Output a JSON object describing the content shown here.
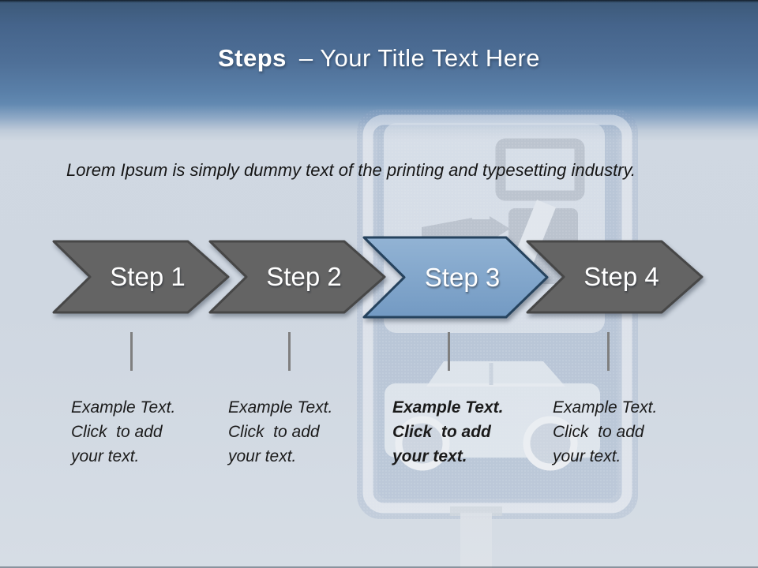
{
  "slide": {
    "header": {
      "title_bold": "Steps",
      "title_rest": "– Your Title Text Here"
    },
    "intro_text": "Lorem Ipsum is simply dummy text of the printing and typesetting industry.",
    "steps": [
      {
        "label": "Step 1",
        "description": "Example Text.\nClick  to add\nyour text.",
        "highlighted": false
      },
      {
        "label": "Step 2",
        "description": "Example Text.\nClick  to add\nyour text.",
        "highlighted": false
      },
      {
        "label": "Step 3",
        "description": "Example Text.\nClick  to add\nyour text.",
        "highlighted": true
      },
      {
        "label": "Step 4",
        "description": "Example Text.\nClick  to add\nyour text.",
        "highlighted": false
      }
    ],
    "watermark": {
      "description": "faint parking pay-station road sign photo",
      "icons": [
        "monitor-icon",
        "ticket-icon",
        "plug-icon",
        "car-icon",
        "sign-pole"
      ]
    },
    "colors": {
      "header_top": "#3f5c7c",
      "header_mid": "#5d87b0",
      "body_bg": "#cfd7e1",
      "chevron_gray": "#646464",
      "chevron_gray_border": "#474747",
      "chevron_blue": "#7da3c8",
      "chevron_blue_border": "#26435e",
      "tick": "#7f7f7f",
      "body_text": "#1a1a1a",
      "title_text": "#ffffff"
    }
  }
}
